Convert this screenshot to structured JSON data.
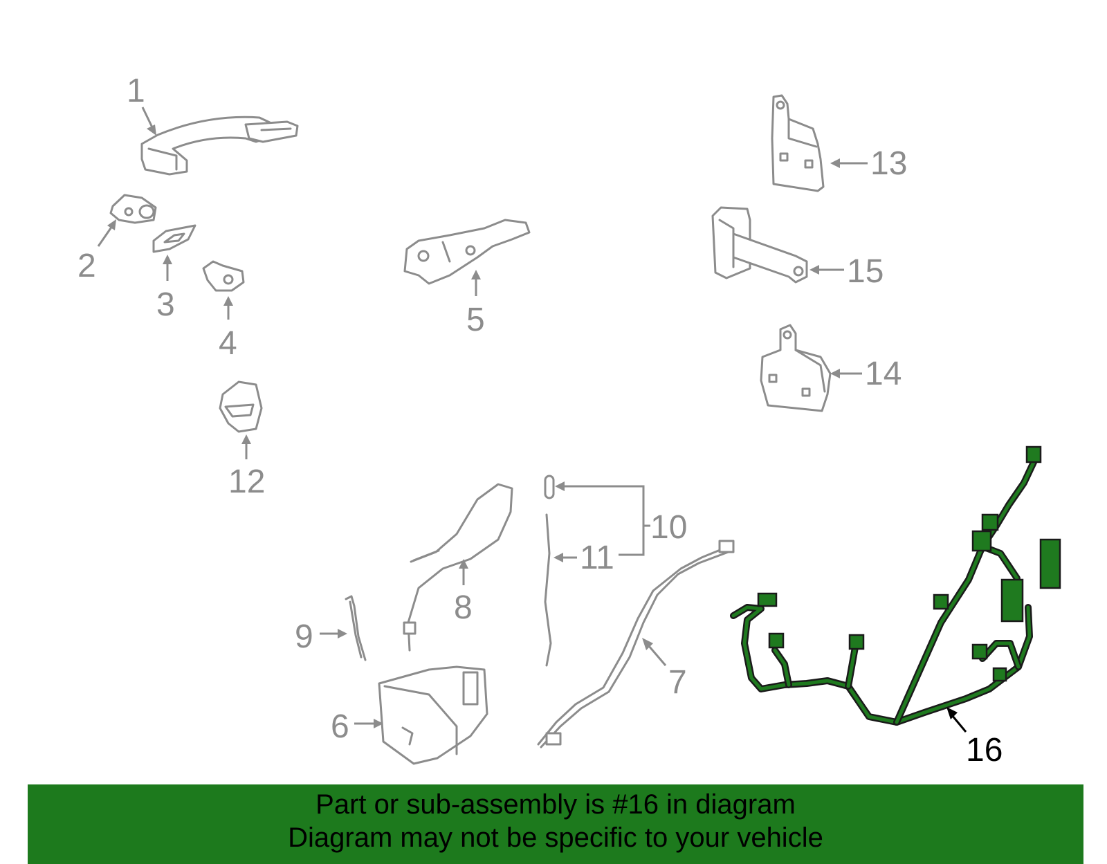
{
  "diagram": {
    "callouts": {
      "c1": "1",
      "c2": "2",
      "c3": "3",
      "c4": "4",
      "c5": "5",
      "c6": "6",
      "c7": "7",
      "c8": "8",
      "c9": "9",
      "c10": "10",
      "c11": "11",
      "c12": "12",
      "c13": "13",
      "c14": "14",
      "c15": "15",
      "c16": "16"
    },
    "highlight_part": "16",
    "colors": {
      "part_gray": "#8c8c8c",
      "highlight_green": "#1f7a1f",
      "banner_green": "#1d7a1d"
    }
  },
  "footer": {
    "line1": "Part or sub-assembly is #16 in diagram",
    "line2": "Diagram may not be specific to your vehicle"
  }
}
